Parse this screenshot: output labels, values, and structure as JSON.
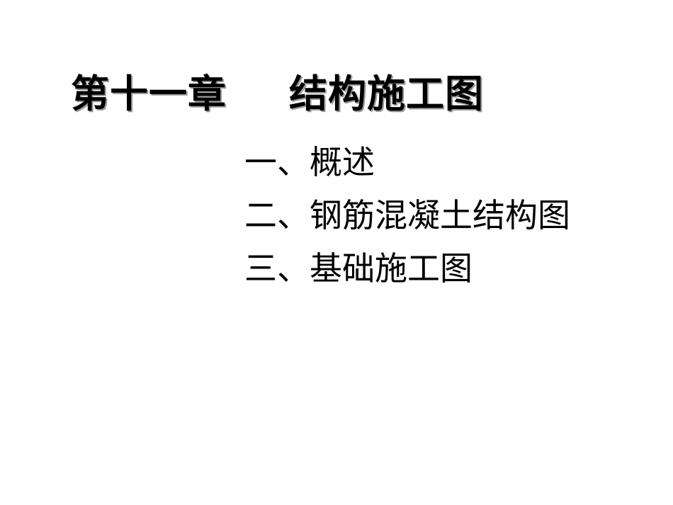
{
  "slide": {
    "title": {
      "chapter": "第十一章",
      "topic": "结构施工图"
    },
    "outline": [
      {
        "label": "一、概述"
      },
      {
        "label": "二、钢筋混凝土结构图"
      },
      {
        "label": "三、基础施工图"
      }
    ]
  },
  "colors": {
    "background": "#ffffff",
    "text": "#000000",
    "title_shadow": "#9a9a9a"
  }
}
